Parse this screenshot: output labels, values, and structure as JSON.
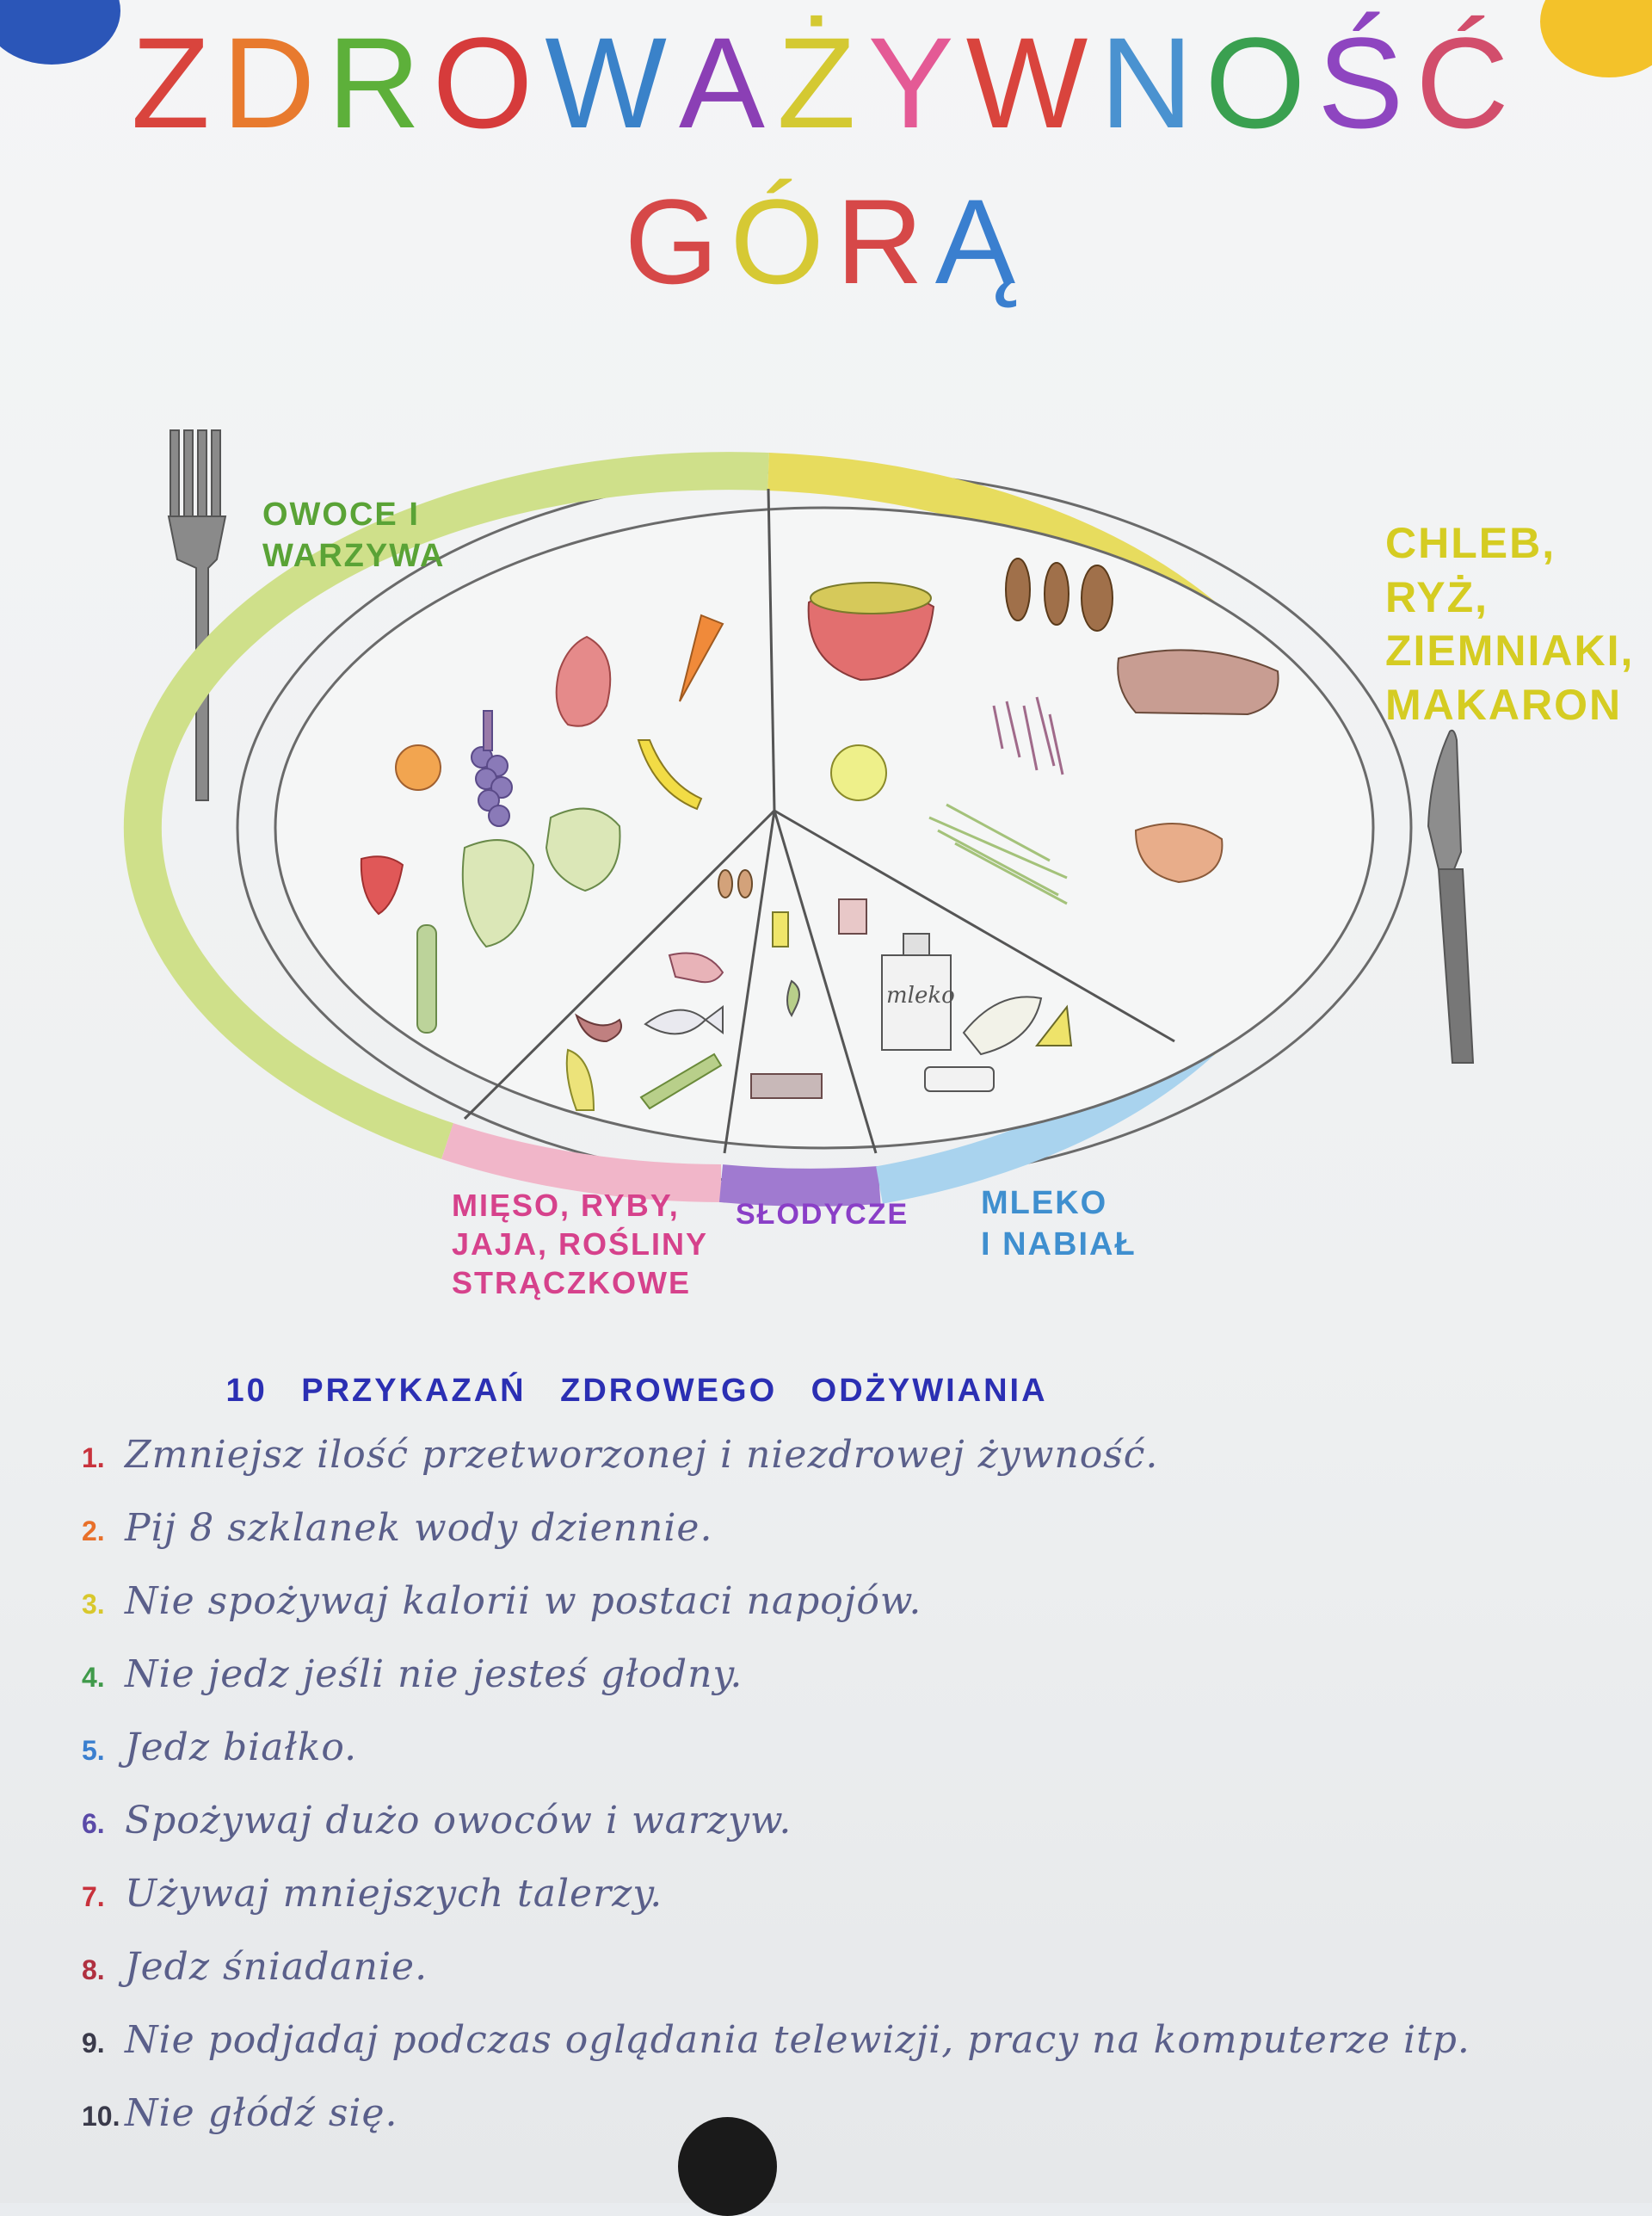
{
  "title": {
    "line1": "ZDROWA ŻYWNOŚĆ",
    "line2": "GÓRĄ",
    "line1_colors": [
      "#d9443d",
      "#e87a2e",
      "#5db03a",
      "#d63b3b",
      "#3a82c9",
      "#8b3fb5",
      "#d4c932",
      "#e45a95",
      "#d9443d",
      "#4a92d0",
      "#3aa050",
      "#8e45c0",
      "#d24e6c",
      "#e8732a"
    ],
    "line2_colors": [
      "#d64848",
      "#d6c934",
      "#d64848",
      "#3a7fcf"
    ]
  },
  "plate_labels": {
    "fruit_veg": "OWOCE I\nWARZYWA",
    "bread": "CHLEB, RYŻ,\nZIEMNIAKI,\nMAKARON",
    "meat": "MIĘSO, RYBY,\nJAJA, ROŚLINY\nSTRĄCZKOWE",
    "sweets": "SŁODYCZE",
    "milk": "MLEKO\nI NABIAŁ"
  },
  "drawn_labels": {
    "milk_bottle": "mleko"
  },
  "colors": {
    "fruit_rim": "#cfe08a",
    "bread_rim": "#e7dc5e",
    "meat_rim": "#f1b6c9",
    "sweets_rim": "#a07ad0",
    "milk_rim": "#a9d3ee"
  },
  "rules": {
    "heading": "10 PRZYKAZAŃ ZDROWEGO ODŻYWIANIA",
    "items": [
      {
        "num": "1.",
        "text": "Zmniejsz ilość przetworzonej i niezdrowej żywność.",
        "color": "#c8323c"
      },
      {
        "num": "2.",
        "text": "Pij 8 szklanek wody dziennie.",
        "color": "#e8702a"
      },
      {
        "num": "3.",
        "text": "Nie spożywaj kalorii w postaci napojów.",
        "color": "#d8c82c"
      },
      {
        "num": "4.",
        "text": "Nie jedz jeśli nie jesteś głodny.",
        "color": "#3f9a4a"
      },
      {
        "num": "5.",
        "text": "Jedz białko.",
        "color": "#3a7fcf"
      },
      {
        "num": "6.",
        "text": "Spożywaj dużo owoców i warzyw.",
        "color": "#5a4aa8"
      },
      {
        "num": "7.",
        "text": "Używaj mniejszych talerzy.",
        "color": "#c8323c"
      },
      {
        "num": "8.",
        "text": "Jedz śniadanie.",
        "color": "#b03040"
      },
      {
        "num": "9.",
        "text": "Nie podjadaj podczas oglądania telewizji, pracy na komputerze itp.",
        "color": "#3a3a4a"
      },
      {
        "num": "10.",
        "text": "Nie głódź się.",
        "color": "#3a3a4a"
      }
    ]
  }
}
